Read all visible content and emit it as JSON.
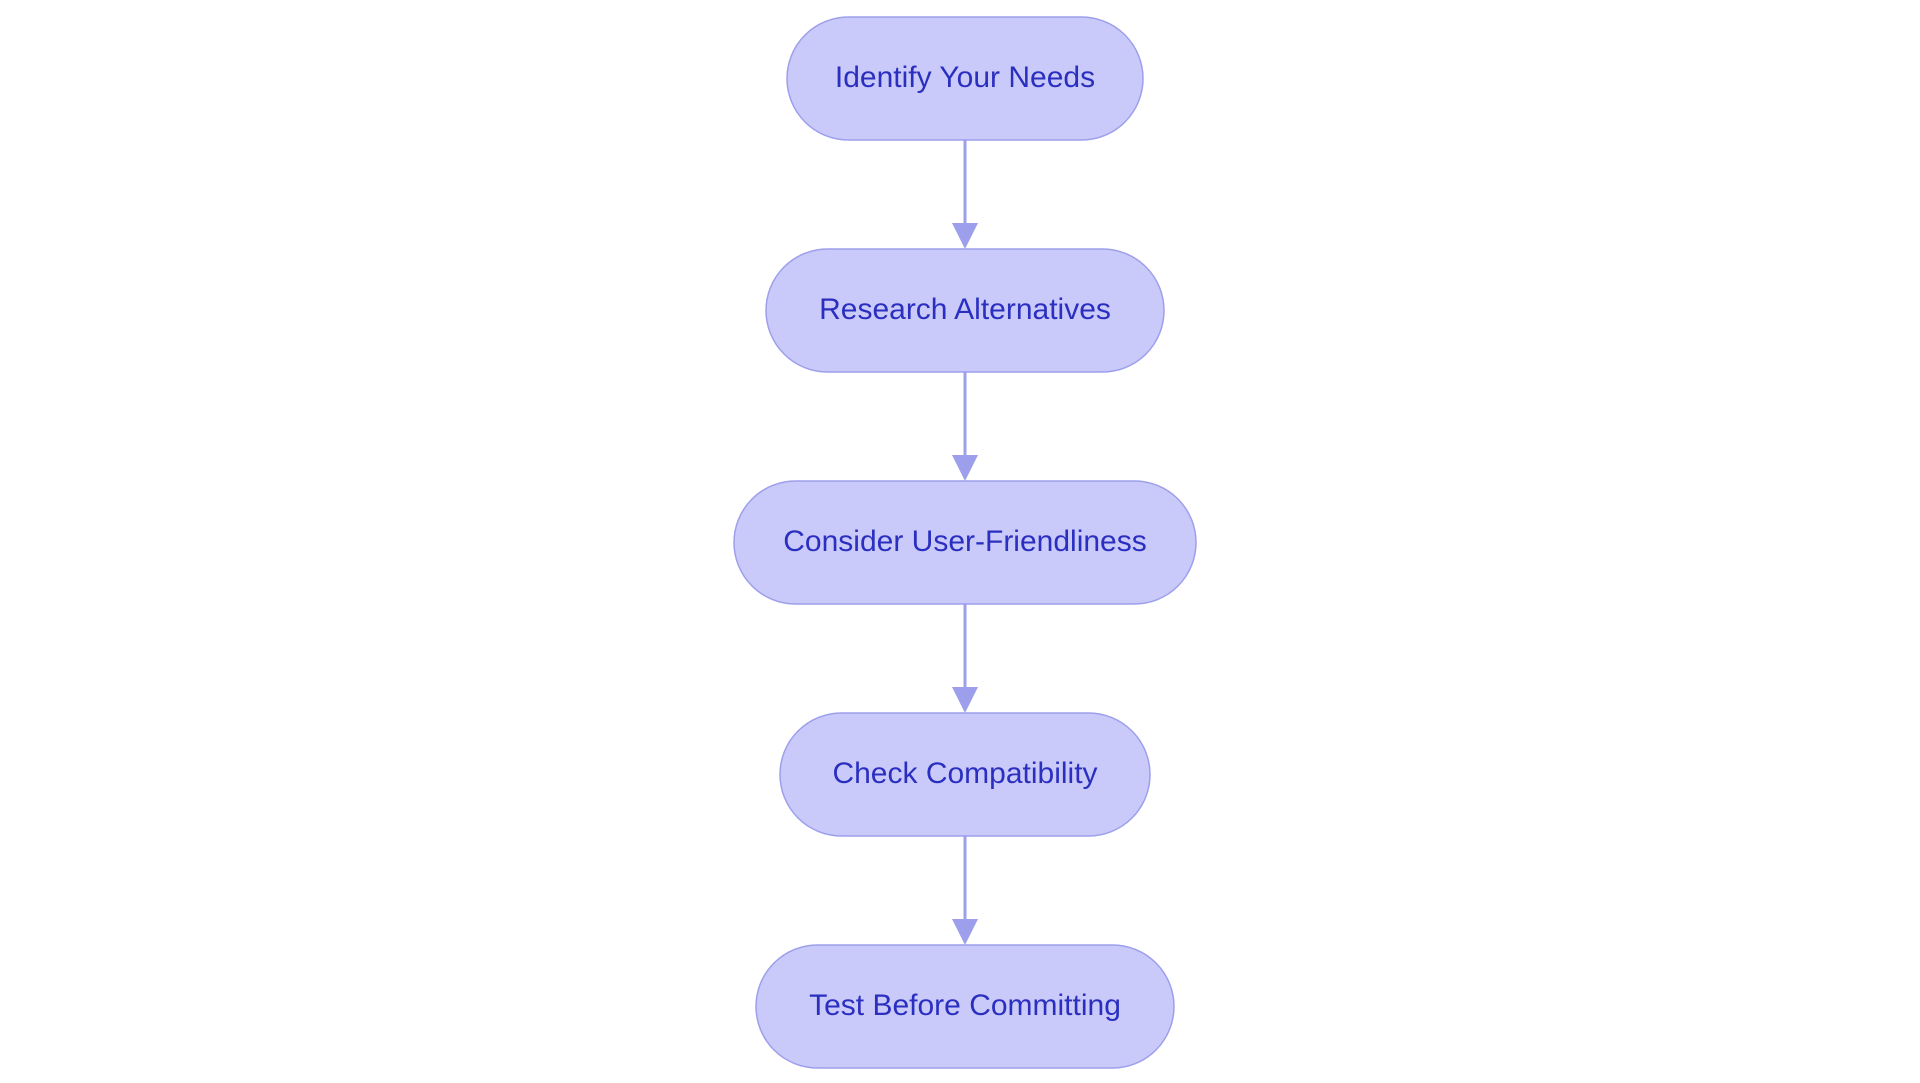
{
  "diagram": {
    "type": "flowchart",
    "direction": "top-to-bottom",
    "colors": {
      "node_fill": "#c9caf9",
      "node_stroke": "#9d9fec",
      "text": "#2b2fc0",
      "edge": "#9d9fec"
    },
    "nodes": [
      {
        "id": "n1",
        "label": "Identify Your Needs"
      },
      {
        "id": "n2",
        "label": "Research Alternatives"
      },
      {
        "id": "n3",
        "label": "Consider User-Friendliness"
      },
      {
        "id": "n4",
        "label": "Check Compatibility"
      },
      {
        "id": "n5",
        "label": "Test Before Committing"
      }
    ],
    "edges": [
      {
        "from": "n1",
        "to": "n2"
      },
      {
        "from": "n2",
        "to": "n3"
      },
      {
        "from": "n3",
        "to": "n4"
      },
      {
        "from": "n4",
        "to": "n5"
      }
    ]
  }
}
